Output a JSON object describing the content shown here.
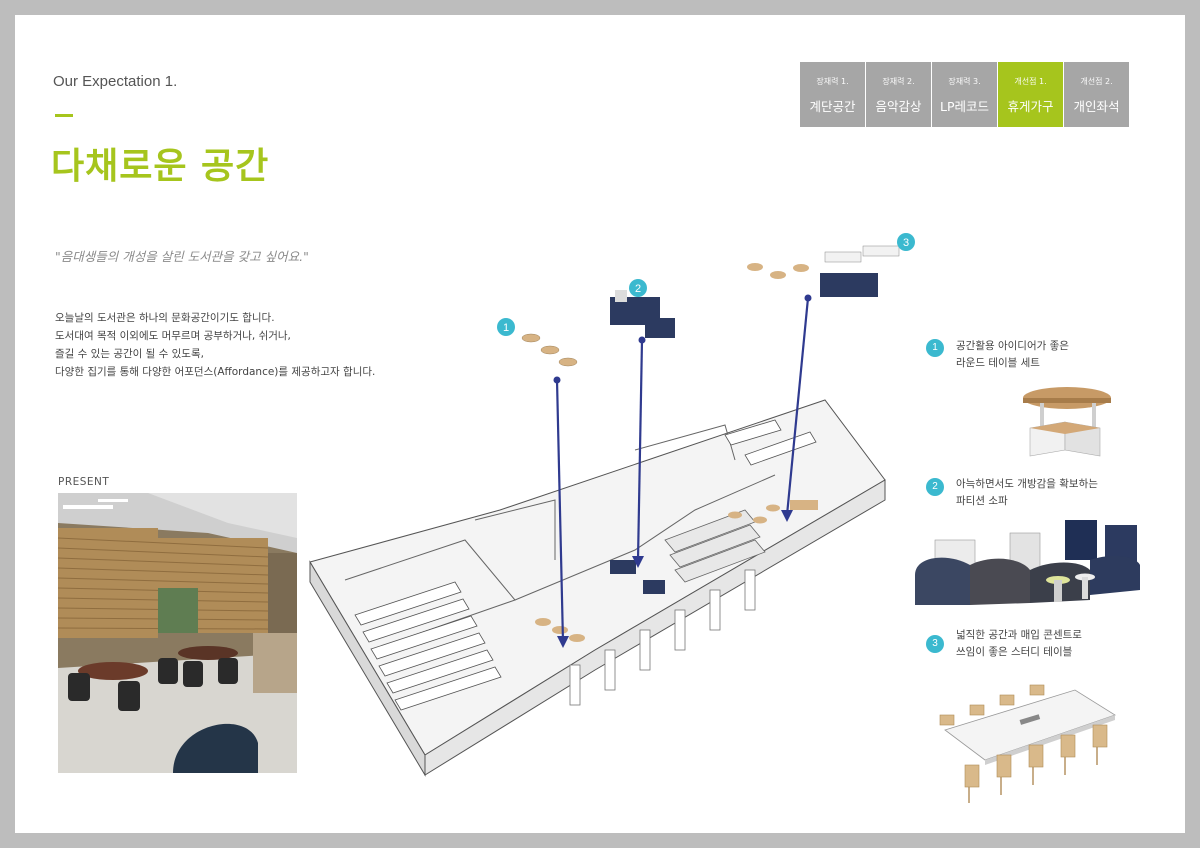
{
  "header": {
    "subtitle": "Our Expectation 1.",
    "title": "다채로운 공간"
  },
  "tabs": [
    {
      "small": "장재력 1.",
      "main": "계단공간",
      "active": false
    },
    {
      "small": "장재력 2.",
      "main": "음악감상",
      "active": false
    },
    {
      "small": "장재력 3.",
      "main": "LP레코드",
      "active": false
    },
    {
      "small": "개선점 1.",
      "main": "휴게가구",
      "active": true
    },
    {
      "small": "개선점 2.",
      "main": "개인좌석",
      "active": false
    }
  ],
  "quote": "\"음대생들의 개성을 살린 도서관을 갖고 싶어요.\"",
  "body": [
    "오늘날의 도서관은 하나의 문화공간이기도 합니다.",
    "도서대여 목적 이외에도 머무르며 공부하거나, 쉬거나,",
    "즐길 수 있는 공간이 될 수 있도록,",
    "다양한 집기를 통해 다양한 어포던스(Affordance)를 제공하고자 합니다."
  ],
  "present_label": "PRESENT",
  "plan_markers": [
    "1",
    "2",
    "3"
  ],
  "features": [
    {
      "num": "1",
      "line1": "공간활용 아이디어가 좋은",
      "line2": "라운드 테이블 세트"
    },
    {
      "num": "2",
      "line1": "아늑하면서도 개방감을 확보하는",
      "line2": "파티션 소파"
    },
    {
      "num": "3",
      "line1": "넓직한 공간과 매입 콘센트로",
      "line2": "쓰임이 좋은 스터디 테이블"
    }
  ],
  "colors": {
    "accent": "#a6c51d",
    "tab_gray": "#a6a6a6",
    "marker": "#3bb9cf",
    "arrow": "#2f3a8f",
    "frame": "#bdbdbd"
  }
}
